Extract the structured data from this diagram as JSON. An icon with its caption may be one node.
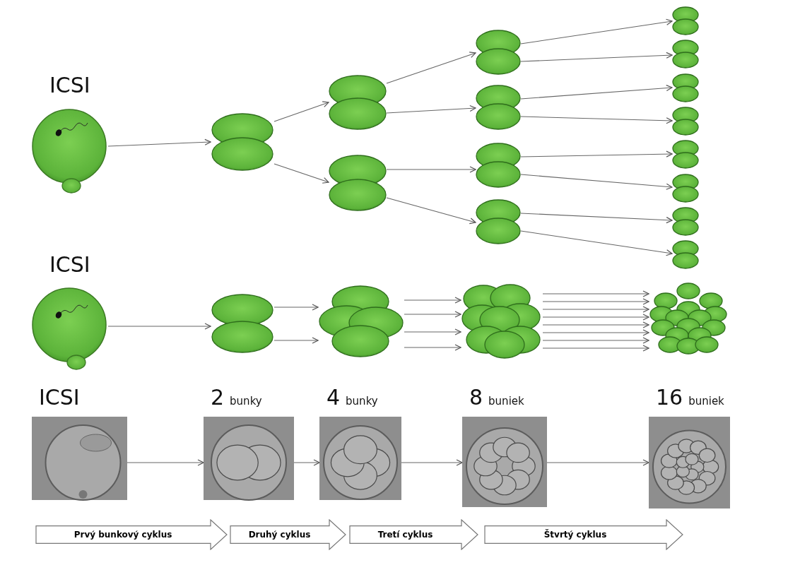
{
  "diagram": {
    "nodes": [
      {
        "text": [],
        "shape": "picture",
        "beside": [
          "ICSI"
        ]
      },
      {
        "text": [],
        "shape": "picture"
      },
      {
        "text": [],
        "shape": "picture"
      },
      {
        "text": [],
        "shape": "picture"
      },
      {
        "text": [],
        "shape": "picture"
      },
      {
        "text": [],
        "shape": "picture"
      },
      {
        "text": [],
        "shape": "picture"
      },
      {
        "text": [],
        "shape": "picture"
      },
      {
        "text": [],
        "shape": "picture"
      },
      {
        "text": [],
        "shape": "picture"
      },
      {
        "text": [],
        "shape": "picture"
      },
      {
        "text": [],
        "shape": "picture"
      },
      {
        "text": [],
        "shape": "picture"
      },
      {
        "text": [],
        "shape": "picture"
      },
      {
        "text": [],
        "shape": "picture"
      },
      {
        "text": [],
        "shape": "picture"
      },
      {
        "text": [],
        "shape": "picture",
        "beside": [
          "ICSI"
        ]
      },
      {
        "text": [],
        "shape": "picture"
      },
      {
        "text": [],
        "shape": "picture"
      },
      {
        "text": [],
        "shape": "picture"
      },
      {
        "text": [],
        "shape": "picture"
      },
      {
        "text": [],
        "shape": "picture",
        "beside": [
          "ICSI"
        ]
      },
      {
        "text": [],
        "shape": "picture",
        "beside": [
          "2",
          "bunky"
        ]
      },
      {
        "text": [],
        "shape": "picture",
        "beside": [
          "4",
          "bunky"
        ]
      },
      {
        "text": [],
        "shape": "picture",
        "beside": [
          "8",
          "buniek"
        ]
      },
      {
        "text": [],
        "shape": "picture",
        "beside": [
          "16",
          "buniek"
        ]
      },
      {
        "text": [
          "Prvý bunkový cyklus"
        ]
      },
      {
        "text": [
          "Druhý cyklus"
        ]
      },
      {
        "text": [
          "Tretí cyklus"
        ]
      },
      {
        "text": [
          "Štvrtý cyklus"
        ]
      }
    ],
    "edges": [
      {
        "from": 0,
        "to": 1,
        "arrow": "to"
      },
      {
        "from": 1,
        "to": 2,
        "arrow": "to"
      },
      {
        "from": 1,
        "to": 3,
        "arrow": "to"
      },
      {
        "from": 2,
        "to": 4,
        "arrow": "to"
      },
      {
        "from": 2,
        "to": 5,
        "arrow": "to"
      },
      {
        "from": 3,
        "to": 6,
        "arrow": "to"
      },
      {
        "from": 3,
        "to": 7,
        "arrow": "to"
      },
      {
        "from": 4,
        "to": 8,
        "arrow": "to"
      },
      {
        "from": 4,
        "to": 9,
        "arrow": "to"
      },
      {
        "from": 5,
        "to": 10,
        "arrow": "to"
      },
      {
        "from": 5,
        "to": 11,
        "arrow": "to"
      },
      {
        "from": 6,
        "to": 12,
        "arrow": "to"
      },
      {
        "from": 6,
        "to": 13,
        "arrow": "to"
      },
      {
        "from": 7,
        "to": 14,
        "arrow": "to"
      },
      {
        "from": 7,
        "to": 15,
        "arrow": "to"
      },
      {
        "from": 16,
        "to": 17,
        "arrow": "to"
      },
      {
        "from": 17,
        "to": 18,
        "arrow": "to"
      },
      {
        "from": 17,
        "to": 18,
        "arrow": "to"
      },
      {
        "from": 18,
        "to": 19,
        "arrow": "to"
      },
      {
        "from": 18,
        "to": 19,
        "arrow": "to"
      },
      {
        "from": 18,
        "to": 19,
        "arrow": "to"
      },
      {
        "from": 18,
        "to": 19,
        "arrow": "to"
      },
      {
        "from": 19,
        "to": 20,
        "arrow": "to"
      },
      {
        "from": 19,
        "to": 20,
        "arrow": "to"
      },
      {
        "from": 19,
        "to": 20,
        "arrow": "to"
      },
      {
        "from": 19,
        "to": 20,
        "arrow": "to"
      },
      {
        "from": 19,
        "to": 20,
        "arrow": "to"
      },
      {
        "from": 19,
        "to": 20,
        "arrow": "to"
      },
      {
        "from": 19,
        "to": 20,
        "arrow": "to"
      },
      {
        "from": 19,
        "to": 20,
        "arrow": "to"
      },
      {
        "from": 21,
        "to": 22,
        "arrow": "to"
      },
      {
        "from": 22,
        "to": 23,
        "arrow": "to"
      },
      {
        "from": 23,
        "to": 24,
        "arrow": "to"
      },
      {
        "from": 24,
        "to": 25,
        "arrow": "to"
      }
    ]
  }
}
